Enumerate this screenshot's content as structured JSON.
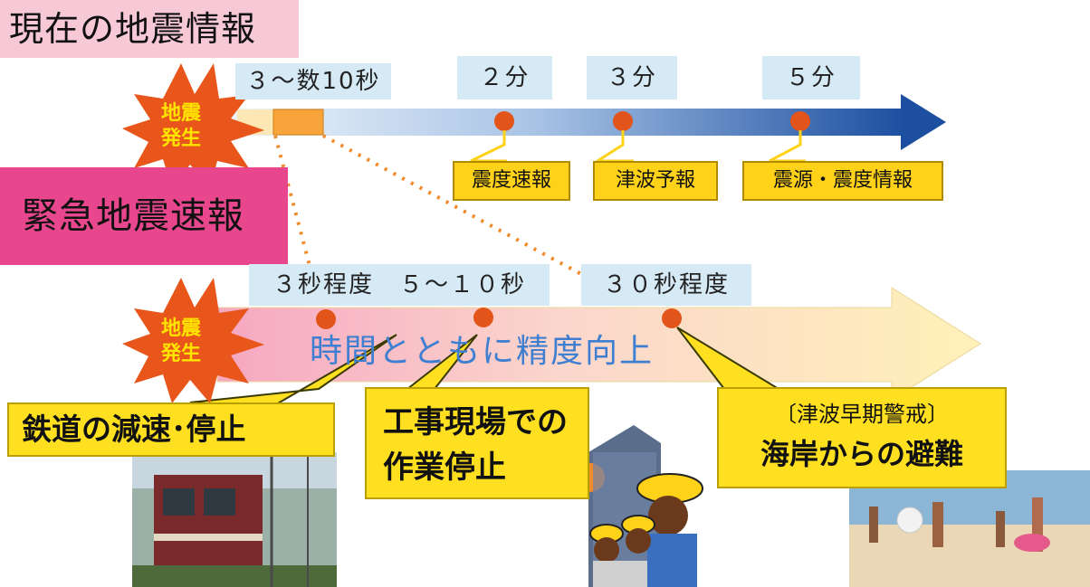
{
  "current_info": {
    "title": "現在の地震情報",
    "burst": [
      "地震",
      "発生"
    ],
    "time_labels": [
      "３～数10秒",
      "２分",
      "３分",
      "５分"
    ],
    "info_boxes": [
      "震度速報",
      "津波予報",
      "震源・震度情報"
    ]
  },
  "eew": {
    "title": "緊急地震速報",
    "burst": [
      "地震",
      "発生"
    ],
    "time_labels": [
      "３秒程度　５～１０秒",
      "３０秒程度"
    ],
    "arrow_text": "時間とともに精度向上",
    "actions": [
      {
        "lines": [
          "鉄道の減速･停止"
        ]
      },
      {
        "lines": [
          "工事現場での",
          "作業停止"
        ]
      },
      {
        "lines": [
          "〔津波早期警戒〕",
          "海岸からの避難"
        ]
      }
    ]
  },
  "colors": {
    "pink_bg": "#f7c9d7",
    "magenta_bg": "#e8478e",
    "label_bg": "#d6eaf6",
    "info_yellow": "#ffd21a",
    "marker_orange": "#e2541a",
    "arrow_dark_blue": "#1c4fa0",
    "burst_orange": "#e8561b"
  },
  "icons": [
    "train-photo",
    "construction-workers-illustration",
    "beach-photo"
  ]
}
